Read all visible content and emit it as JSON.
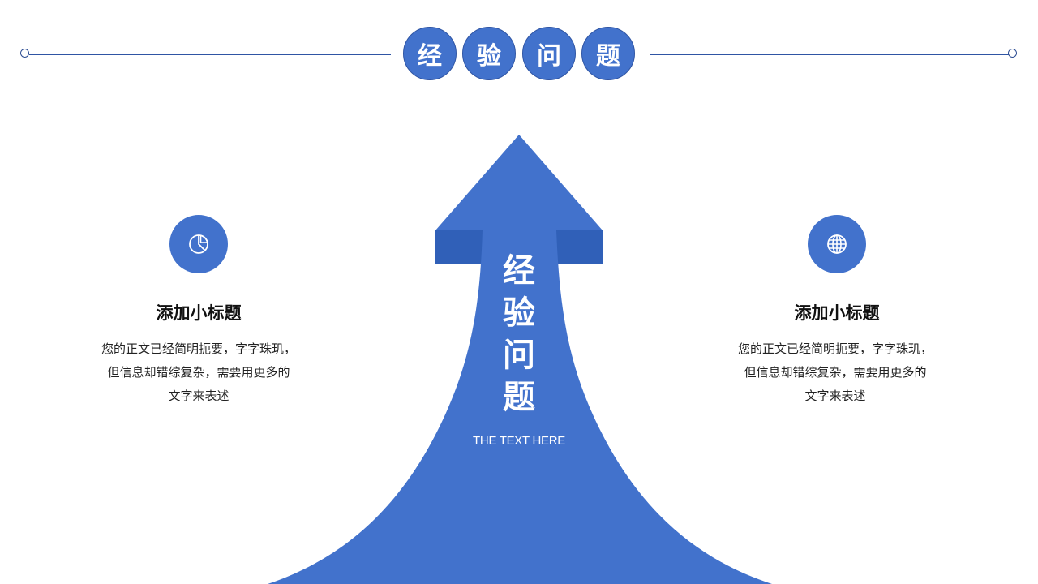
{
  "header": {
    "title_chars": [
      "经",
      "验",
      "问",
      "题"
    ]
  },
  "arrow": {
    "title_chars": [
      "经",
      "验",
      "问",
      "题"
    ],
    "subtitle": "THE TEXT HERE"
  },
  "blocks": [
    {
      "icon": "pie-chart-icon",
      "title": "添加小标题",
      "body_lines": [
        "您的正文已经简明扼要，字字珠玑，",
        "但信息却错综复杂，需要用更多的",
        "文字来表述"
      ]
    },
    {
      "icon": "globe-icon",
      "title": "添加小标题",
      "body_lines": [
        "您的正文已经简明扼要，字字珠玑，",
        "但信息却错综复杂，需要用更多的",
        "文字来表述"
      ]
    }
  ],
  "colors": {
    "primary": "#4272cc",
    "primary_dark": "#3060b8",
    "line": "#2f55a4"
  }
}
